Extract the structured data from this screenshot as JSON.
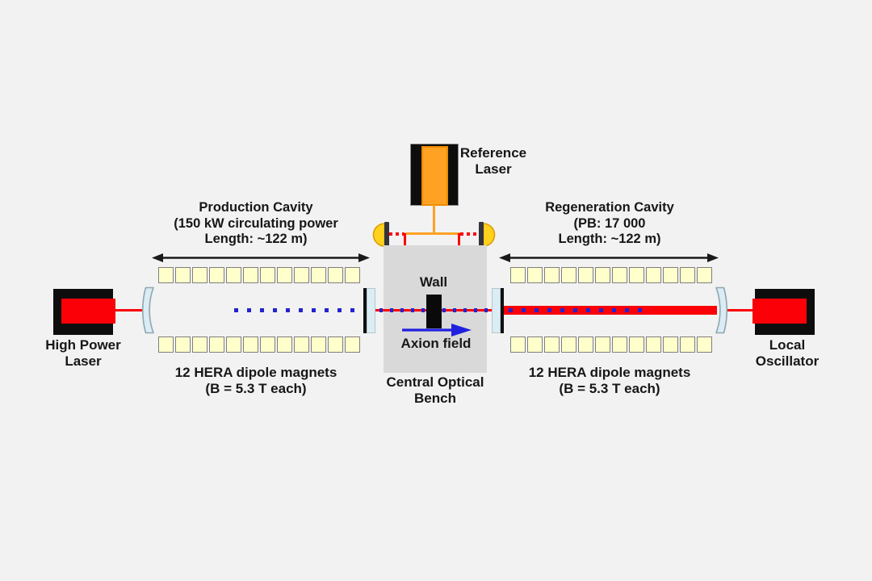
{
  "labels": {
    "reference_laser": {
      "line1": "Reference",
      "line2": "Laser"
    },
    "production_cavity": {
      "line1": "Production Cavity",
      "line2": "(150 kW circulating power",
      "line3": "Length: ~122 m)"
    },
    "regeneration_cavity": {
      "line1": "Regeneration Cavity",
      "line2": "(PB: 17 000",
      "line3": "Length: ~122 m)"
    },
    "hera_left": {
      "line1": "12 HERA dipole magnets",
      "line2": "(B = 5.3 T each)"
    },
    "hera_right": {
      "line1": "12 HERA dipole magnets",
      "line2": "(B = 5.3 T each)"
    },
    "high_power_laser": {
      "line1": "High Power",
      "line2": "Laser"
    },
    "local_oscillator": {
      "line1": "Local",
      "line2": "Oscillator"
    },
    "wall": "Wall",
    "axion_field": "Axion field",
    "central_bench": {
      "line1": "Central Optical",
      "line2": "Bench"
    }
  },
  "magnets": {
    "per_row": 12,
    "rows": 4
  },
  "colors": {
    "background": "#f2f2f2",
    "beam_red": "#fb0006",
    "dot_blue": "#2323cf",
    "magnet_fill": "#ffffcc",
    "magnet_border": "#7f7f7f",
    "bench_gray": "#d9d9d9",
    "laser_orange": "#ffa224",
    "detector_yellow": "#ffd21e",
    "mirror_blue": "#daecf4",
    "axion_arrow_blue": "#2020df",
    "text_black": "#171717"
  }
}
